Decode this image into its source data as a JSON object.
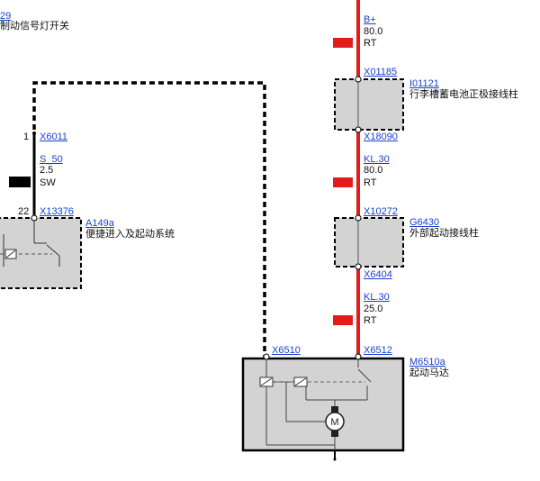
{
  "left": {
    "top_code": "29",
    "top_desc": "制动信号灯开关",
    "pin_top": "1",
    "connector_top": "X6011",
    "wire_name": "S_50",
    "wire_size": "2.5",
    "wire_color": "SW",
    "pin_bottom": "22",
    "connector_bottom": "X13376",
    "module_code": "A149a",
    "module_desc": "便捷进入及起动系统"
  },
  "right": {
    "wire1_name": "B+",
    "wire1_size": "80.0",
    "wire1_color": "RT",
    "connector1": "X01185",
    "comp1_code": "I01121",
    "comp1_desc": "行李槽蓄电池正极接线柱",
    "connector2": "X18090",
    "wire2_name": "KL.30",
    "wire2_size": "80.0",
    "wire2_color": "RT",
    "connector3": "X10272",
    "comp2_code": "G6430",
    "comp2_desc": "外部起动接线柱",
    "connector4": "X6404",
    "wire3_name": "KL.30",
    "wire3_size": "25.0",
    "wire3_color": "RT",
    "connector5": "X6512",
    "connector_x6510": "X6510",
    "motor_code": "M6510a",
    "motor_desc": "起动马达"
  },
  "colors": {
    "red_wire": "#e31b1b",
    "black_wire": "#000000",
    "box_fill": "#d3d3d3",
    "link": "#1a3fd0"
  }
}
